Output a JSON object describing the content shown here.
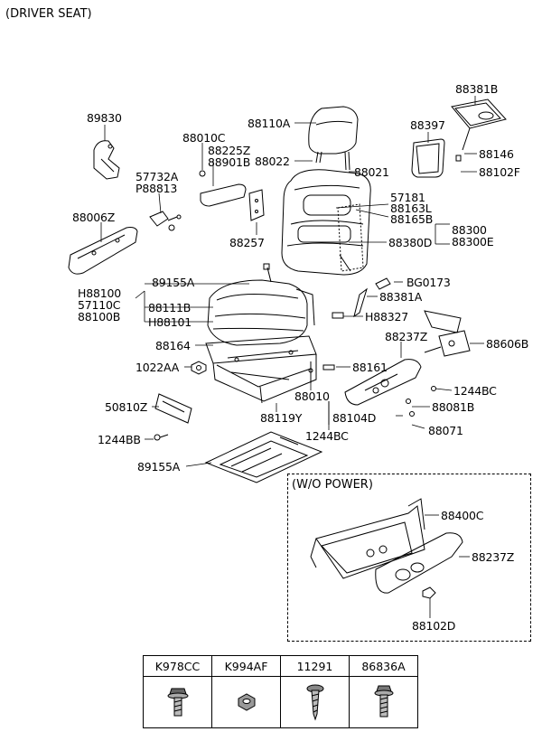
{
  "title": "(DRIVER SEAT)",
  "wo_power_caption": "(W/O POWER)",
  "labels": {
    "p89830": "89830",
    "p88010C": "88010C",
    "p88225Z": "88225Z",
    "p88901B": "88901B",
    "p57732A": "57732A",
    "pP88813": "P88813",
    "p88006Z": "88006Z",
    "p88257": "88257",
    "p88110A": "88110A",
    "p88022": "88022",
    "p88021": "88021",
    "p88397": "88397",
    "p88381B": "88381B",
    "p88146": "88146",
    "p88102F": "88102F",
    "p57181": "57181",
    "p88163L": "88163L",
    "p88165B": "88165B",
    "p88300": "88300",
    "p88300E": "88300E",
    "p88380D": "88380D",
    "p89155A_top": "89155A",
    "pH88100": "H88100",
    "p57110C": "57110C",
    "p88100B": "88100B",
    "p88111B": "88111B",
    "pH88101": "H88101",
    "pBG0173": "BG0173",
    "p88381A": "88381A",
    "pH88327": "H88327",
    "p88164": "88164",
    "p88237Z_top": "88237Z",
    "p88606B": "88606B",
    "p1022AA": "1022AA",
    "p88161": "88161",
    "p1244BC_right": "1244BC",
    "p88010": "88010",
    "p50810Z": "50810Z",
    "p88119Y": "88119Y",
    "p88104D": "88104D",
    "p88081B": "88081B",
    "p1244BC_bottom": "1244BC",
    "p88071": "88071",
    "p1244BB": "1244BB",
    "p89155A_bottom": "89155A",
    "p88400C": "88400C",
    "p88237Z_box": "88237Z",
    "p88102D": "88102D"
  },
  "fasteners": [
    {
      "code": "K978CC",
      "icon": "bolt-flange-icon"
    },
    {
      "code": "K994AF",
      "icon": "hex-nut-icon"
    },
    {
      "code": "11291",
      "icon": "screw-icon"
    },
    {
      "code": "86836A",
      "icon": "bolt-washer-icon"
    }
  ]
}
